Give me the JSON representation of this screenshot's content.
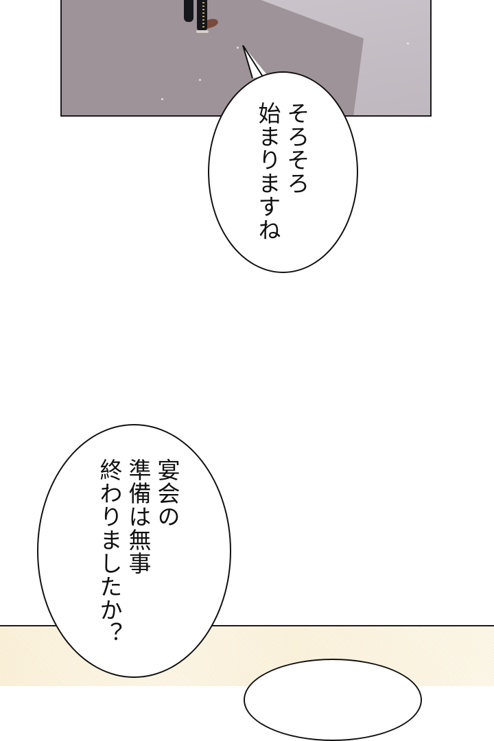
{
  "page": {
    "type": "webtoon-page",
    "panels": [
      {
        "id": "panel-1",
        "scene": "overhead view of stone floor with character's legs and boots",
        "colors": {
          "floor_dark": "#9d9398",
          "floor_light": "#c4bdc4",
          "border": "#1a1a1a"
        }
      },
      {
        "id": "panel-2",
        "scene": "warm cream patterned background",
        "colors": {
          "background": "#fbf2dc"
        }
      }
    ],
    "bubbles": [
      {
        "id": "bubble-1",
        "lines": [
          "そろそろ",
          "始まりますね"
        ],
        "text": "そろそろ\n始まりますね"
      },
      {
        "id": "bubble-2",
        "lines": [
          "宴会の",
          "準備は無事",
          "終わりましたか？"
        ],
        "text": "宴会の\n準備は無事\n終わりましたか？"
      },
      {
        "id": "bubble-3",
        "lines": [],
        "text": ""
      }
    ]
  }
}
